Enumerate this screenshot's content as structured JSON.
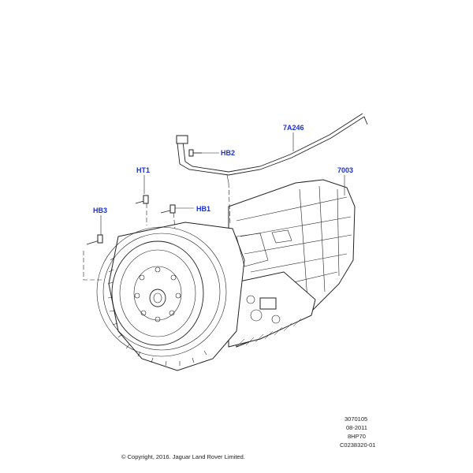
{
  "callouts": {
    "c_7a246": "7A246",
    "c_hb2": "HB2",
    "c_ht1": "HT1",
    "c_7003": "7003",
    "c_hb3": "HB3",
    "c_hb1": "HB1"
  },
  "colors": {
    "callout": "#1a2fd6",
    "line": "#222222"
  },
  "meta": {
    "line1": "3070105",
    "line2": "08-2011",
    "line3": "8HP70",
    "line4": "C0238320-01"
  },
  "copyright": "© Copyright, 2016. Jaguar Land Rover Limited."
}
